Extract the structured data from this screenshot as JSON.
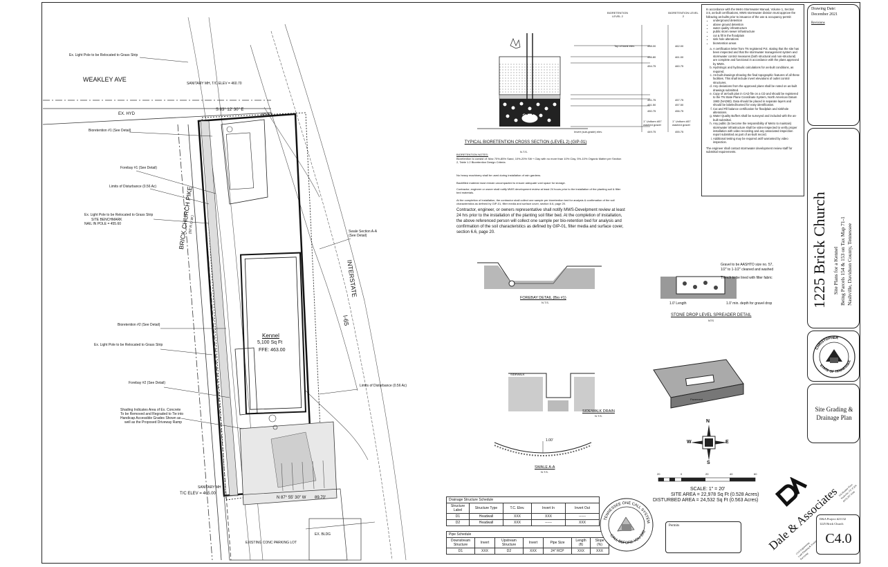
{
  "title_block": {
    "drawing_date_label": "Drawing Date:",
    "drawing_date": "December 2021",
    "revisions_label": "Revisions",
    "project_title": "1225 Brick Church",
    "subtitle_1": "Site Plans for a Kennel",
    "subtitle_2": "Being Parcels 154 & 153 on Tax Map 71-1",
    "subtitle_3": "Nashville, Davidson County, Tennessee",
    "sheet_title_1": "Site Grading &",
    "sheet_title_2": "Drainage Plan",
    "firm_name": "Dale & Associates",
    "firm_address_1": "516 Heather Place",
    "firm_address_2": "Nashville, TN 37204",
    "firm_address_3": "(615) 297-5166",
    "firm_services_1": "Civil Engineering",
    "firm_services_2": "Land Planning & Zoning",
    "firm_services_3": "Surveying",
    "project_no": "D&A Project #21132",
    "project_name": "1225 Brick Church",
    "sheet_number": "C4.0",
    "permits_label": "Permits"
  },
  "plan": {
    "street_weakley": "WEAKLEY AVE",
    "street_brick_church": "BRICK CHURCH PIKE",
    "row_note": "(50' R.O.W.)",
    "interstate": "INTERSTATE",
    "interstate_no": "I-65",
    "kennel_label": "Kennel",
    "kennel_area": "5,100 Sq Ft",
    "kennel_ffe": "FFE: 463.00",
    "bearing_top": "S 83° 12' 30\" E",
    "bearing_top_dist": "60.62'",
    "bearing_bottom": "N 87° 55' 30\" W",
    "bearing_bottom_dist": "89.70'",
    "existing_parking": "EXISTING CONC PARKING LOT",
    "ex_bldg": "EX. BLDG",
    "ex_hyd": "EX. HYD",
    "sanitary_top": "SANITARY MH, T/C ELEV = 460.70",
    "sanitary_bottom": "SANITARY MH",
    "tc_elev_bottom": "T/C ELEV = 465.00"
  },
  "callouts": {
    "light_pole_1": "Ex. Light Pole to be Relocated to Grass Strip",
    "bioretention_1": "Bioretention #1 (See Detail)",
    "forebay_1": "Forebay #1 (See Detail)",
    "limits_1": "Limits of Disturbance (0.56 Ac)",
    "light_pole_2": "Ex. Light Pole to be Relocated to Grass Strip",
    "benchmark_1": "SITE BENCHMARK",
    "benchmark_2": "NAIL IN POLE = 455.60",
    "swale_section": "Swale Section A-A",
    "swale_see": "(See Detail)",
    "bioretention_2": "Bioretention #2 (See Detail)",
    "light_pole_3": "Ex. Light Pole to be Relocated to Grass Strip",
    "forebay_2": "Forebay #2 (See Detail)",
    "limits_2": "Limits of Disturbance (0.56 Ac)",
    "shading_1": "Shading Indicates Area of Ex. Concrete",
    "shading_2": "To be Removed and Regraded to Tie into",
    "shading_3": "Handicap Accessible Grades Shown as",
    "shading_4": "well as the Proposed Driveway Ramp"
  },
  "bio_section": {
    "title": "TYPICAL BIORETENTION CROSS SECTION (LEVEL 2) (GIP-01)",
    "nts": "N.T.S.",
    "col_1": "BIORETENTION LEVEL 2",
    "col_2": "BIORETENTION LEVEL 2",
    "rows": [
      {
        "label": "Top of bank elev.",
        "v1": "458.00",
        "v2": "462.00"
      },
      {
        "label": "",
        "v1": "456.80",
        "v2": "461.00"
      },
      {
        "label": "",
        "v1": "454.75",
        "v2": "460.75"
      },
      {
        "label": "",
        "v1": "451.75",
        "v2": "457.75"
      },
      {
        "label": "",
        "v1": "451.50",
        "v2": "457.50"
      },
      {
        "label": "",
        "v1": "450.75",
        "v2": "456.75"
      },
      {
        "label": "Invert (sub-grade) elev.",
        "v1": "449.75",
        "v2": "455.75"
      }
    ],
    "gravel_uniform_1": "1\" Uniform #57 washed gravel",
    "gravel_uniform_2": "1\" Uniform #57 washed gravel",
    "notes_title": "BIORETENTION NOTES:",
    "notes": [
      "Bioretention to consist of: Max 70%-85% Sand, 10%-20% Silt + Clay with no more than 10% Clay, 5%-10% Organic Matter per Section 2, Table 1.2 Bioretention Design Criteria",
      "No heavy machinery shall be used during installation of rain gardens.",
      "Backfilled material must remain uncompacted to ensure adequate void space for storage.",
      "Contractor, engineer or owner shall notify MWS development review at least 24 hours prior to the installation of the planting soil & filter bed materials.",
      "At the completion of installation, the contractor shall collect one sample per bioretention bed for analysis & confirmation of the soil characteristics as defined by GIP-01, filter media and surface cover, section 6.6, page 20."
    ],
    "contractor_note": "Contractor, engineer, or owners representative shall notify MWS-Develpment review at least 24 hrs prior to the installation of the planting soil filter bed. At the completion of installation, the above referenced person will collect one sample per bio-retention bed for analysis and confirmation of the soil characteristics as defined by GIP-01, filter media and surface cover, section 6.6, page 20."
  },
  "details": {
    "forebay_title": "FOREBAY DETAIL (Bio #1)",
    "forebay_nts": "N.T.S.",
    "stone_drop_title": "STONE DROP LEVEL SPREADER DETAIL",
    "stone_drop_nts": "NTS",
    "stone_note_1": "Gravel to be AASHTO size no. 57,",
    "stone_note_2": "1/2\" to 1-1/2\" cleaned and washed",
    "stone_note_3": "Trench to be lined with filter fabric",
    "stone_length": "1.0' Length",
    "stone_depth": "1.0' min. depth for gravel drop",
    "sidewalk_drain_title": "SIDEWALK DRAIN",
    "sidewalk_drain_nts": "N.T.S.",
    "sidewalk_label": "SIDEWALK",
    "pavement_label": "Pavement",
    "swale_title": "SWALE A-A",
    "swale_nts": "N.T.S.",
    "swale_depth": "1.00'"
  },
  "general_notes": {
    "intro": "In accordance with the Metro Stormwater Manual, Volume 1, Section 3.5, as-built certifications, MWS stormwater division must approve the following as-builts prior to issuance of the use & occupancy permit:",
    "bullets": [
      "underground detention",
      "above ground detention",
      "water quality infrastructure",
      "public storm sewer infrastructure",
      "cut & fill in the floodplain",
      "sink hole alterations",
      "bioretention areas"
    ],
    "items": [
      "A certification letter from TN registered P.E. stating that the site has been inspected and that the stormwater management system and stormwater control measures (both structural and non-structural) are complete and functional in accordance with the plans approved by MWS.",
      "Hydrologic and hydraulic calculations for as-built conditions, as required.",
      "As-built drawings showing the final topographic features of all these facilities. This shall include invert elevations of outlet control structures.",
      "Any deviations from the approved plans shall be noted on as-built drawings submitted.",
      "Copy of as-built plan in CAD file on a CD and should be registered to the TN State Plane Coordinate System, North American Datum 1983 (NAD83). Data should be placed in separate layers and should be labeled/named for easy identification.",
      "Cut and Fill balance certification for floodplain and sinkhole alterations.",
      "Water Quality Buffers shall be surveyed and included with the as-built submittal.",
      "Any public (to become the responsibility of Metro to maintain) stormwater infrastructure shall be video-inspected to verify proper installation with video recording and any associated inspection report submitted as part of as-built record.",
      "Additional testing may be required as/if warranted by video inspection."
    ],
    "footer": "The engineer shall contact stormwater development review staff for submittal requirements."
  },
  "scale": {
    "ticks": [
      "20",
      "0",
      "20",
      "40",
      "60"
    ],
    "scale_text": "SCALE: 1\" = 20'",
    "site_area": "SITE AREA = 22,978 Sq Ft (0.528 Acres)",
    "disturbed_area": "DISTURBED AREA = 24,532 Sq Ft (0.563 Acres)"
  },
  "north_arrow": {
    "n": "N",
    "s": "S",
    "e": "E",
    "w": "W"
  },
  "drainage_schedule": {
    "title": "Drainage Structure Schedule",
    "headers": [
      "Structure Label",
      "Structure Type",
      "T.C. Elev.",
      "Invert In",
      "Invert Out"
    ],
    "rows": [
      [
        "D1",
        "Headwall",
        "XXX",
        "XXX",
        "------"
      ],
      [
        "D2",
        "Headwall",
        "XXX",
        "------",
        "XXX"
      ]
    ]
  },
  "pipe_schedule": {
    "title": "Pipe Schedule",
    "headers": [
      "Downstream Structure",
      "Invert",
      "Upstream Structure",
      "Invert",
      "Pipe Size",
      "Length (ft)",
      "Slope (%)"
    ],
    "rows": [
      [
        "D1",
        "XXX",
        "D2",
        "XXX",
        "24\" RCP",
        "XXX",
        "XXX"
      ]
    ]
  },
  "one_call": {
    "top": "TENNESSEE ONE CALL SYSTEM",
    "bottom": "CALL BEFORE YOU DIG"
  },
  "seal": {
    "text_top": "CHRISTOPHER",
    "text_bottom": "STATE OF TENNESSEE"
  }
}
